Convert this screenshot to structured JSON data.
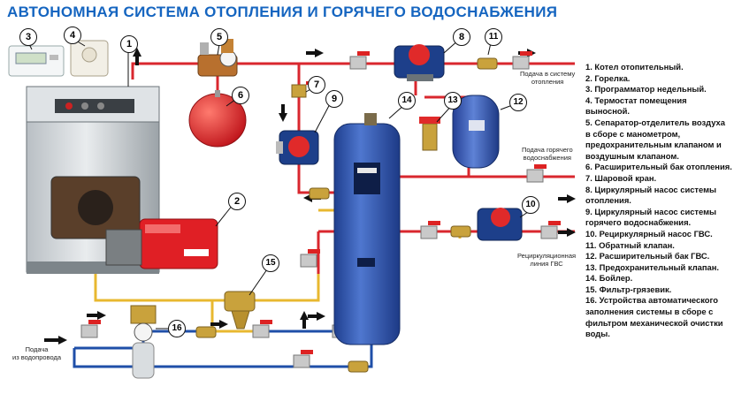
{
  "title": "АВТОНОМНАЯ СИСТЕМА ОТОПЛЕНИЯ И ГОРЯЧЕГО ВОДОСНАБЖЕНИЯ",
  "labels": {
    "supply_heating": [
      "Подача в систему",
      "отопления"
    ],
    "supply_hot_water": [
      "Подача горячего",
      "водоснабжения"
    ],
    "recirc": [
      "Рециркуляционная",
      "линия ГВС"
    ],
    "water_supply": [
      "Подача",
      "из водопровода"
    ]
  },
  "numbers": [
    "1",
    "2",
    "3",
    "4",
    "5",
    "6",
    "7",
    "8",
    "9",
    "10",
    "11",
    "12",
    "13",
    "14",
    "15",
    "16"
  ],
  "legend": [
    "1. Котел отопительный.",
    "2. Горелка.",
    "3. Программатор  недельный.",
    "4. Термостат помещения выносной.",
    "5. Сепаратор-отделитель воздуха в сборе с манометром, предохранительным клапаном и воздушным клапаном.",
    "6. Расширительный бак отопления.",
    "7. Шаровой кран.",
    "8. Циркулярный насос системы отопления.",
    "9. Циркулярный насос системы горячего водоснабжения.",
    "10. Рециркулярный насос ГВС.",
    "11. Обратный клапан.",
    "12. Расширительный бак ГВС.",
    "13. Предохранительный клапан.",
    "14. Бойлер.",
    "15. Фильтр-грязевик.",
    "16. Устройства автоматического заполнения системы в сборе с фильтром механической очистки воды."
  ],
  "colors": {
    "title": "#1565c0",
    "hot_pipe": "#d9272e",
    "cold_pipe": "#1f4fa8",
    "return_pipe": "#e8b830",
    "boiler_tank": "#2f56b0",
    "expansion_tank_heating": "#e02a2a",
    "expansion_tank_dhw": "#2c4fa8"
  }
}
